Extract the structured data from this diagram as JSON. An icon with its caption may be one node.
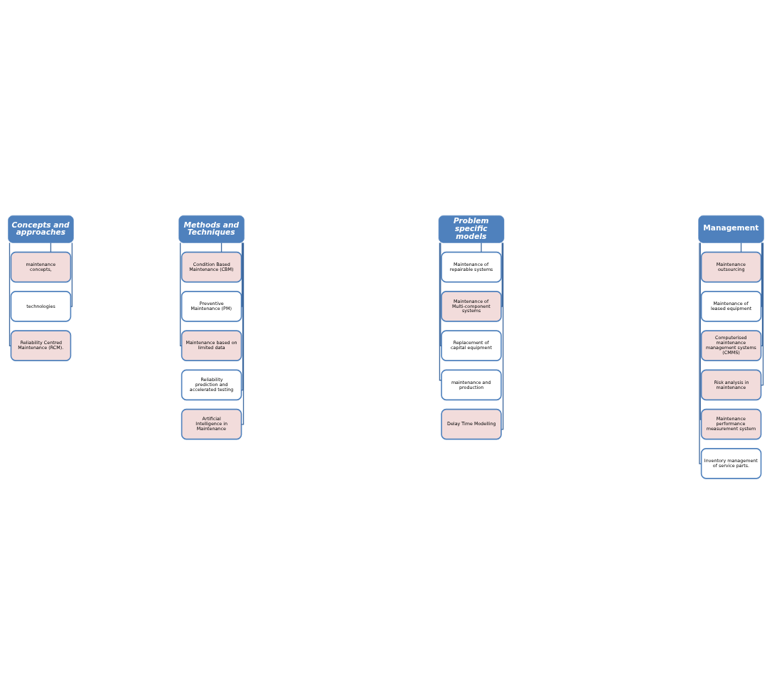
{
  "diagram": {
    "nodes": [
      {
        "text": [
          "Concepts and approaches"
        ]
      },
      {
        "text": [
          "maintenance concepts,"
        ]
      },
      {
        "text": [
          "technologies"
        ]
      },
      {
        "text": [
          "Reliability Centred Maintenance (RCM)."
        ]
      },
      {
        "text": [
          "Methods and Techniques"
        ]
      },
      {
        "text": [
          "Condition Based Maintenance (CBM)"
        ]
      },
      {
        "text": [
          "Preventive Maintenance (PM)"
        ]
      },
      {
        "text": [
          "Maintenance based on limited data"
        ]
      },
      {
        "text": [
          "Reliability prediction and accelerated testing"
        ]
      },
      {
        "text": [
          "Artificial Intelligence in Maintenance"
        ]
      },
      {
        "text": [
          "Problem specific models"
        ]
      },
      {
        "text": [
          "Maintenance of repairable systems"
        ]
      },
      {
        "text": [
          "Maintenance of Multi-component systems"
        ]
      },
      {
        "text": [
          "Replacement of capital equipment"
        ]
      },
      {
        "text": [
          "maintenance and production"
        ]
      },
      {
        "text": [
          "Delay Time Modelling"
        ]
      },
      {
        "text": [
          "Management"
        ]
      },
      {
        "text": [
          "Maintenance outsourcing"
        ]
      },
      {
        "text": [
          "Maintenance of leased equipment"
        ]
      },
      {
        "text": [
          "Computerised maintenance management systems (CMMS)"
        ]
      },
      {
        "text": [
          "Risk analysis in maintenance"
        ]
      },
      {
        "text": [
          "Maintenance performance measurement system"
        ]
      },
      {
        "text": [
          "Inventory management of service parts."
        ]
      }
    ],
    "edges": [
      {
        "from": 0,
        "to": 1,
        "arrow": "none"
      },
      {
        "from": 0,
        "to": 2,
        "arrow": "none"
      },
      {
        "from": 0,
        "to": 3,
        "arrow": "none"
      },
      {
        "from": 4,
        "to": 5,
        "arrow": "none"
      },
      {
        "from": 4,
        "to": 6,
        "arrow": "none"
      },
      {
        "from": 4,
        "to": 7,
        "arrow": "none"
      },
      {
        "from": 4,
        "to": 8,
        "arrow": "none"
      },
      {
        "from": 4,
        "to": 9,
        "arrow": "none"
      },
      {
        "from": 10,
        "to": 11,
        "arrow": "none"
      },
      {
        "from": 10,
        "to": 12,
        "arrow": "none"
      },
      {
        "from": 10,
        "to": 13,
        "arrow": "none"
      },
      {
        "from": 10,
        "to": 14,
        "arrow": "none"
      },
      {
        "from": 10,
        "to": 15,
        "arrow": "none"
      },
      {
        "from": 16,
        "to": 17,
        "arrow": "none"
      },
      {
        "from": 16,
        "to": 18,
        "arrow": "none"
      },
      {
        "from": 16,
        "to": 19,
        "arrow": "none"
      },
      {
        "from": 16,
        "to": 20,
        "arrow": "none"
      },
      {
        "from": 16,
        "to": 21,
        "arrow": "none"
      },
      {
        "from": 16,
        "to": 22,
        "arrow": "none"
      }
    ]
  }
}
